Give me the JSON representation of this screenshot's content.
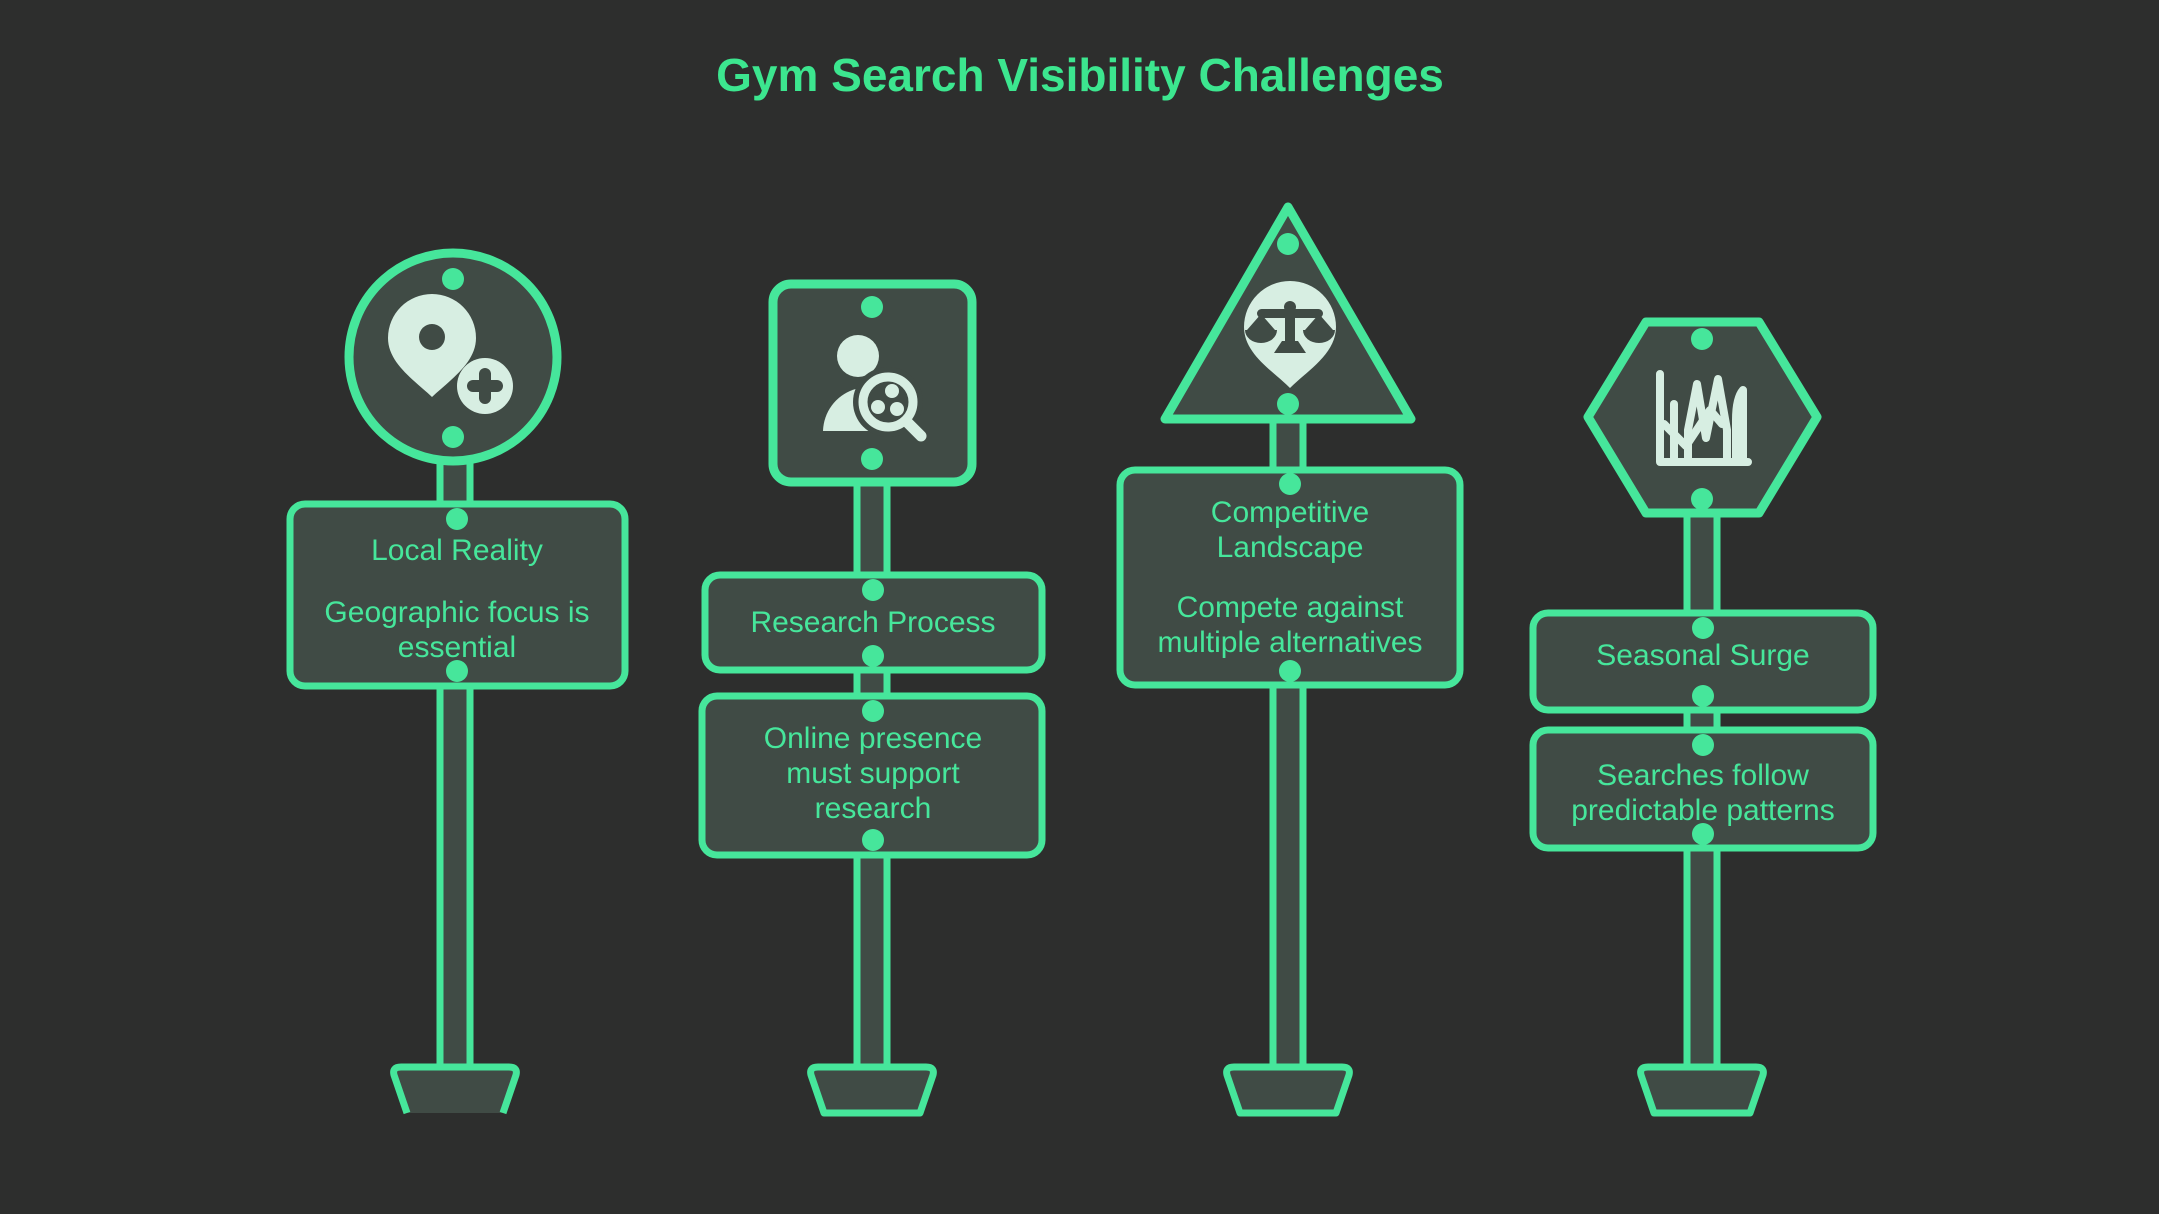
{
  "title": "Gym Search Visibility Challenges",
  "colors": {
    "background": "#2d2e2d",
    "panel_fill": "#404b45",
    "accent_green": "#46e69b",
    "title_green": "#3ce68f",
    "icon_mint": "#d7eee2"
  },
  "signs": [
    {
      "head_shape": "circle",
      "icon": "location-add-icon",
      "boxes": [
        {
          "lines": [
            "Local Reality",
            "Geographic focus is",
            "essential"
          ]
        }
      ]
    },
    {
      "head_shape": "rounded-square",
      "icon": "person-search-icon",
      "boxes": [
        {
          "lines": [
            "Research Process"
          ]
        },
        {
          "lines": [
            "Online presence",
            "must support",
            "research"
          ]
        }
      ]
    },
    {
      "head_shape": "triangle",
      "icon": "scales-pin-icon",
      "boxes": [
        {
          "lines": [
            "Competitive",
            "Landscape",
            "Compete against",
            "multiple alternatives"
          ]
        }
      ]
    },
    {
      "head_shape": "hexagon",
      "icon": "seasonal-chart-icon",
      "boxes": [
        {
          "lines": [
            "Seasonal Surge"
          ]
        },
        {
          "lines": [
            "Searches follow",
            "predictable patterns"
          ]
        }
      ]
    }
  ]
}
